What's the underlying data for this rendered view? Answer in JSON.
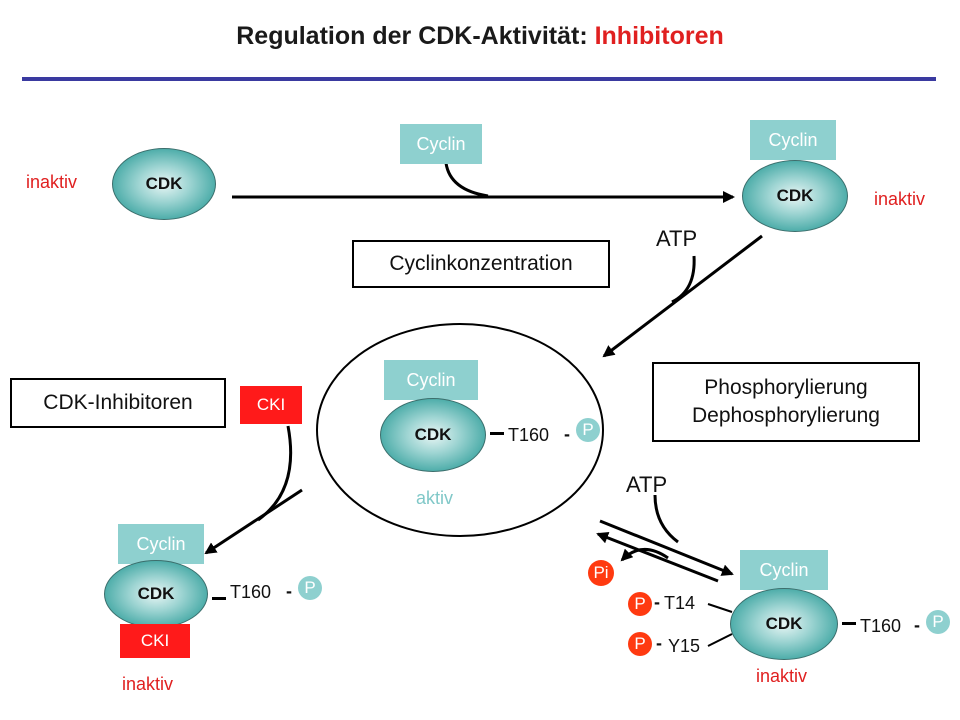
{
  "title": {
    "main": "Regulation der CDK-Aktivität: ",
    "accent": "Inhibitoren"
  },
  "colors": {
    "title_rule": "#3a3aa0",
    "inactive_text": "#e02020",
    "active_text": "#80c8c8",
    "cyclin": "#8ed0cf",
    "cki": "#ff1a1a",
    "phospho_orange": "#ff3a10"
  },
  "labels": {
    "cdk": "CDK",
    "cyclin": "Cyclin",
    "cki": "CKI",
    "inaktiv": "inaktiv",
    "aktiv": "aktiv",
    "atp": "ATP",
    "t160": "T160",
    "t14": "T14",
    "y15": "Y15",
    "p": "P",
    "pi": "Pi",
    "sep": "-"
  },
  "boxes": {
    "cyclin_concentration": "Cyclinkonzentration",
    "cdk_inhibitors": "CDK-Inhibitoren",
    "phospho_line1": "Phosphorylierung",
    "phospho_line2": "Dephosphorylierung"
  }
}
